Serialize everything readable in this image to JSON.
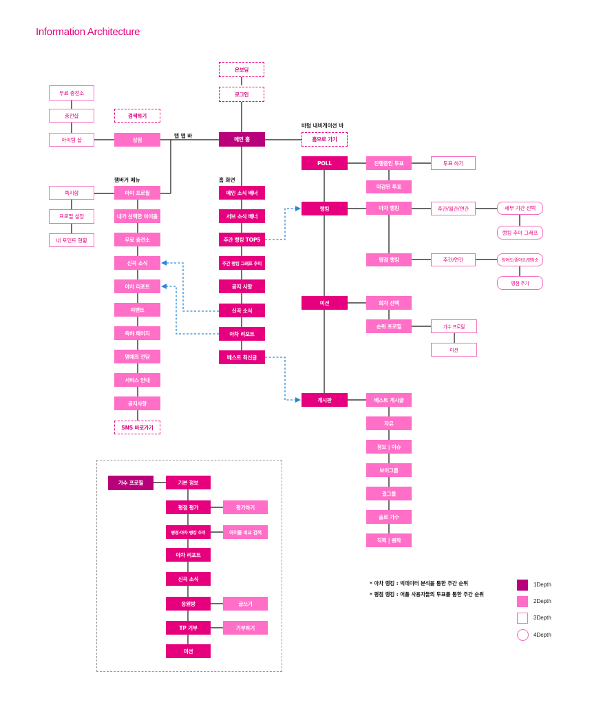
{
  "title": "Information Architecture",
  "top": {
    "onboarding": "온보딩",
    "login": "로그인",
    "main_home": "메인 홈"
  },
  "labels": {
    "tab_bar": "탭 앱 바",
    "hamburger": "햄버거 메뉴",
    "home_screen": "홈 화면",
    "bottom_nav": "바텀 내비게이션 바"
  },
  "left_column": {
    "free_charge": "무료 충전소",
    "charge_shop": "충전샵",
    "item_shop": "아이템 샵",
    "search": "검색하기",
    "shop": "상점",
    "inbox": "쪽지함",
    "profile_settings": "프로필 설정",
    "my_points": "내 포인트 현황"
  },
  "hamburger_items": [
    "마이 프로필",
    "내가 선택한 아이돌",
    "무료 충전소",
    "신곡 소식",
    "아차 리포트",
    "이벤트",
    "축하 페이지",
    "명예의 전당",
    "서비스 안내",
    "공지사항"
  ],
  "sns_link": "SNS 바로가기",
  "home_items": [
    "메인 소식 배너",
    "서브 소식 배너",
    "주간 랭킹 TOP5",
    "주간 랭킹 그래프 추이",
    "공지 사항",
    "신곡 소식",
    "아차 리포트",
    "베스트 최신글"
  ],
  "go_home": "홈으로 가기",
  "poll": {
    "label": "POLL",
    "ongoing": "진행중인 투표",
    "vote": "투표 하기",
    "closed": "마감된 투표"
  },
  "ranking": {
    "label": "랭킹",
    "acha": "아차 랭킹",
    "period1": "주간/월간/연간",
    "detail_period": "세부 기간 선택",
    "trend_graph": "랭킹 추이 그래프",
    "rating": "평점 랭킹",
    "period2": "주간/연간",
    "criteria": "참여도/좋아요/평점순",
    "give_rating": "평점 주기"
  },
  "mission": {
    "label": "미션",
    "round": "회차 선택",
    "rank_profile": "순위 프로필",
    "singer_profile": "가수 프로필",
    "mission_sub": "미션"
  },
  "board": {
    "label": "게시판",
    "items": [
      "베스트 게시글",
      "자유",
      "정보 | 이슈",
      "보이그룹",
      "걸그룹",
      "솔로 가수",
      "직찍 | 팬짝"
    ]
  },
  "singer": {
    "label": "가수 프로필",
    "items": [
      "기본 정보",
      "평점 평가",
      "평점·아차 랭킹 추이",
      "아차 리포트",
      "신곡 소식",
      "응원방",
      "TP 기부",
      "미션"
    ],
    "rate": "평가하기",
    "compare": "아이돌 비교 검색",
    "write": "글쓰기",
    "donate": "기부하기"
  },
  "notes": [
    "* 아차 랭킹 : 빅데이터 분석을 통한 주간 순위",
    "* 평점 랭킹 : 어플 사용자들의 투표를 통한 주간 순위"
  ],
  "legend": [
    "1Depth",
    "2Depth",
    "3Depth",
    "4Depth"
  ],
  "colors": {
    "depth1": "#b8007a",
    "depth2": "#ff6ec7",
    "accent": "#e6007e",
    "link": "#2b86d6"
  }
}
